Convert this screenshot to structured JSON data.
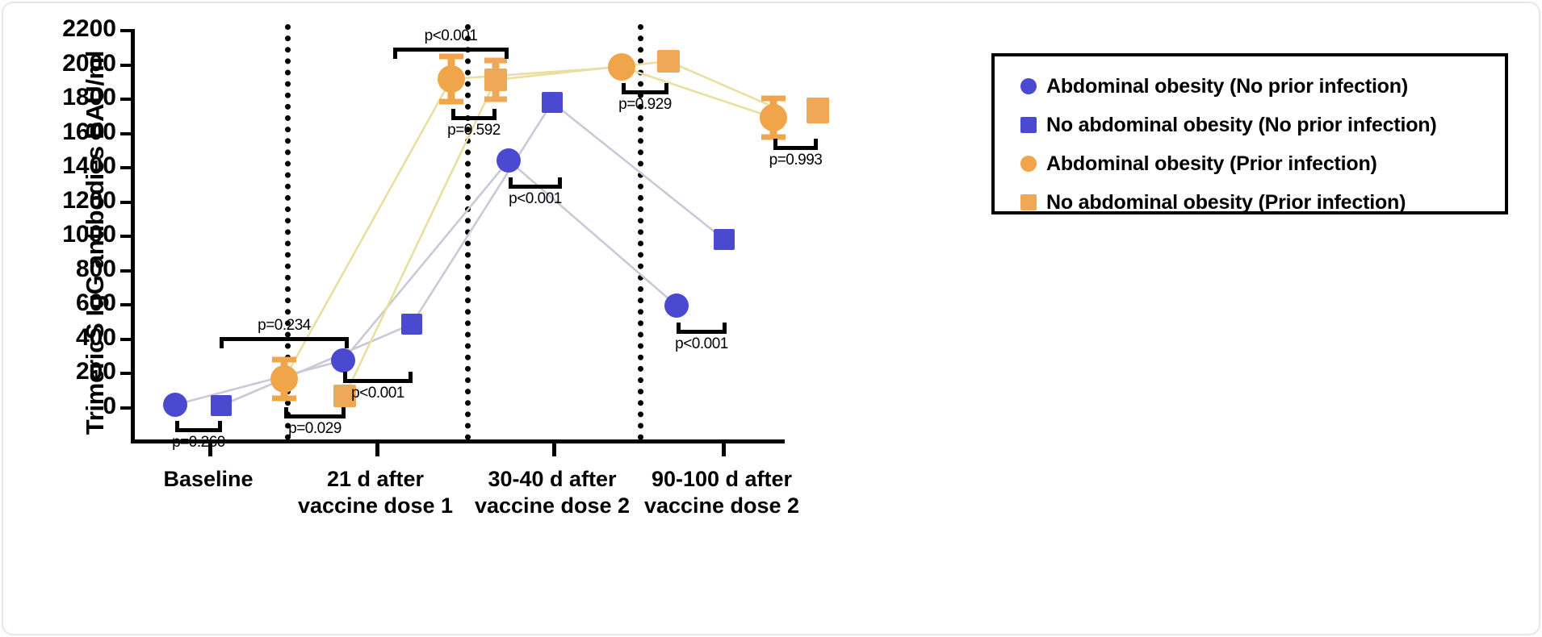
{
  "chart_data": {
    "type": "line",
    "title": "",
    "xlabel": "",
    "ylabel": "TrimericS IgG antibodies BAU/ml",
    "ylim": [
      0,
      2200
    ],
    "ytick_step": 200,
    "yticks": [
      "2200",
      "2000",
      "1800",
      "1600",
      "1400",
      "1200",
      "1000",
      "800",
      "600",
      "400",
      "200",
      "0"
    ],
    "categories": [
      "Baseline",
      "21 d after\nvaccine dose 1",
      "30-40 d after\nvaccine dose 2",
      "90-100 d after\nvaccine dose 2"
    ],
    "category_lines": [
      [
        "Baseline",
        ""
      ],
      [
        "21 d after",
        "vaccine dose 1"
      ],
      [
        "30-40 d after",
        "vaccine dose 2"
      ],
      [
        "90-100 d after",
        "vaccine dose 2"
      ]
    ],
    "grid": false,
    "legend_position": "right",
    "series": [
      {
        "name": "Abdominal obesity (No prior infection)",
        "marker": "circle",
        "color": "#4a4ad1",
        "values": [
          5,
          265,
          1435,
          590
        ],
        "errors": [
          0,
          0,
          35,
          0
        ]
      },
      {
        "name": "No abdominal obesity (No prior infection)",
        "marker": "square",
        "color": "#4a4ad1",
        "values": [
          10,
          485,
          1780,
          980
        ],
        "errors": [
          0,
          0,
          0,
          0
        ]
      },
      {
        "name": "Abdominal obesity (Prior infection)",
        "marker": "circle",
        "color": "#f0a54a",
        "values": [
          160,
          1910,
          1990,
          1685
        ],
        "errors": [
          40,
          75,
          0,
          40
        ]
      },
      {
        "name": "No abdominal obesity (Prior infection)",
        "marker": "square",
        "color": "#efa758",
        "values": [
          65,
          1905,
          2030,
          1740
        ],
        "errors": [
          0,
          45,
          0,
          20
        ]
      }
    ],
    "annotations": [
      {
        "id": "p-baseline-noinf",
        "text": "p=0.260",
        "group": "Baseline",
        "compare": "No prior infection"
      },
      {
        "id": "p-baseline-prior",
        "text": "p=0.029",
        "group": "Baseline",
        "compare": "Prior infection"
      },
      {
        "id": "p-baseline-between",
        "text": "p=0.234",
        "group": "Baseline",
        "compare": "between groups"
      },
      {
        "id": "p-d21-noinf",
        "text": "p<0.001",
        "group": "21 d after vaccine dose 1",
        "compare": "No prior infection"
      },
      {
        "id": "p-d21-prior",
        "text": "p=0.592",
        "group": "21 d after vaccine dose 1",
        "compare": "Prior infection"
      },
      {
        "id": "p-d21-between",
        "text": "p<0.001",
        "group": "21 d after vaccine dose 1",
        "compare": "between groups"
      },
      {
        "id": "p-d3040-noinf",
        "text": "p<0.001",
        "group": "30-40 d after vaccine dose 2",
        "compare": "No prior infection"
      },
      {
        "id": "p-d3040-prior",
        "text": "p=0.929",
        "group": "30-40 d after vaccine dose 2",
        "compare": "Prior infection"
      },
      {
        "id": "p-d90100-noinf",
        "text": "p<0.001",
        "group": "90-100 d after vaccine dose 2",
        "compare": "No prior infection"
      },
      {
        "id": "p-d90100-prior",
        "text": "p=0.993",
        "group": "90-100 d after vaccine dose 2",
        "compare": "Prior infection"
      }
    ],
    "colors": {
      "blue": "#4a4ad1",
      "orange": "#f0a54a",
      "orange_square": "#efa758",
      "blue_line": "#c9c9d8",
      "orange_line": "#e8dfa0",
      "axis": "#000000"
    }
  },
  "axis": {
    "y_title": "TrimericS IgG antibodies BAU/ml",
    "ticks": {
      "t0": "2200",
      "t1": "2000",
      "t2": "1800",
      "t3": "1600",
      "t4": "1400",
      "t5": "1200",
      "t6": "1000",
      "t7": "800",
      "t8": "600",
      "t9": "400",
      "t10": "200",
      "t11": "0"
    }
  },
  "xlabels": {
    "c0a": "Baseline",
    "c0b": "",
    "c1a": "21 d after",
    "c1b": "vaccine dose 1",
    "c2a": "30-40 d after",
    "c2b": "vaccine dose 2",
    "c3a": "90-100 d after",
    "c3b": "vaccine dose 2"
  },
  "pvalues": {
    "baseline_noinf": "p=0.260",
    "baseline_prior": "p=0.029",
    "baseline_between": "p=0.234",
    "d21_noinf": "p<0.001",
    "d21_prior": "p=0.592",
    "d21_between": "p<0.001",
    "d3040_noinf": "p<0.001",
    "d3040_prior": "p=0.929",
    "d90100_noinf": "p<0.001",
    "d90100_prior": "p=0.993"
  },
  "legend": {
    "items": [
      {
        "label": "Abdominal obesity (No prior infection)",
        "marker": "circle",
        "color": "#4a4ad1"
      },
      {
        "label": "No abdominal obesity (No prior infection)",
        "marker": "square",
        "color": "#4a4ad1"
      },
      {
        "label": "Abdominal obesity (Prior infection)",
        "marker": "circle",
        "color": "#f0a54a"
      },
      {
        "label": "No abdominal obesity (Prior infection)",
        "marker": "square",
        "color": "#efa758"
      }
    ]
  }
}
